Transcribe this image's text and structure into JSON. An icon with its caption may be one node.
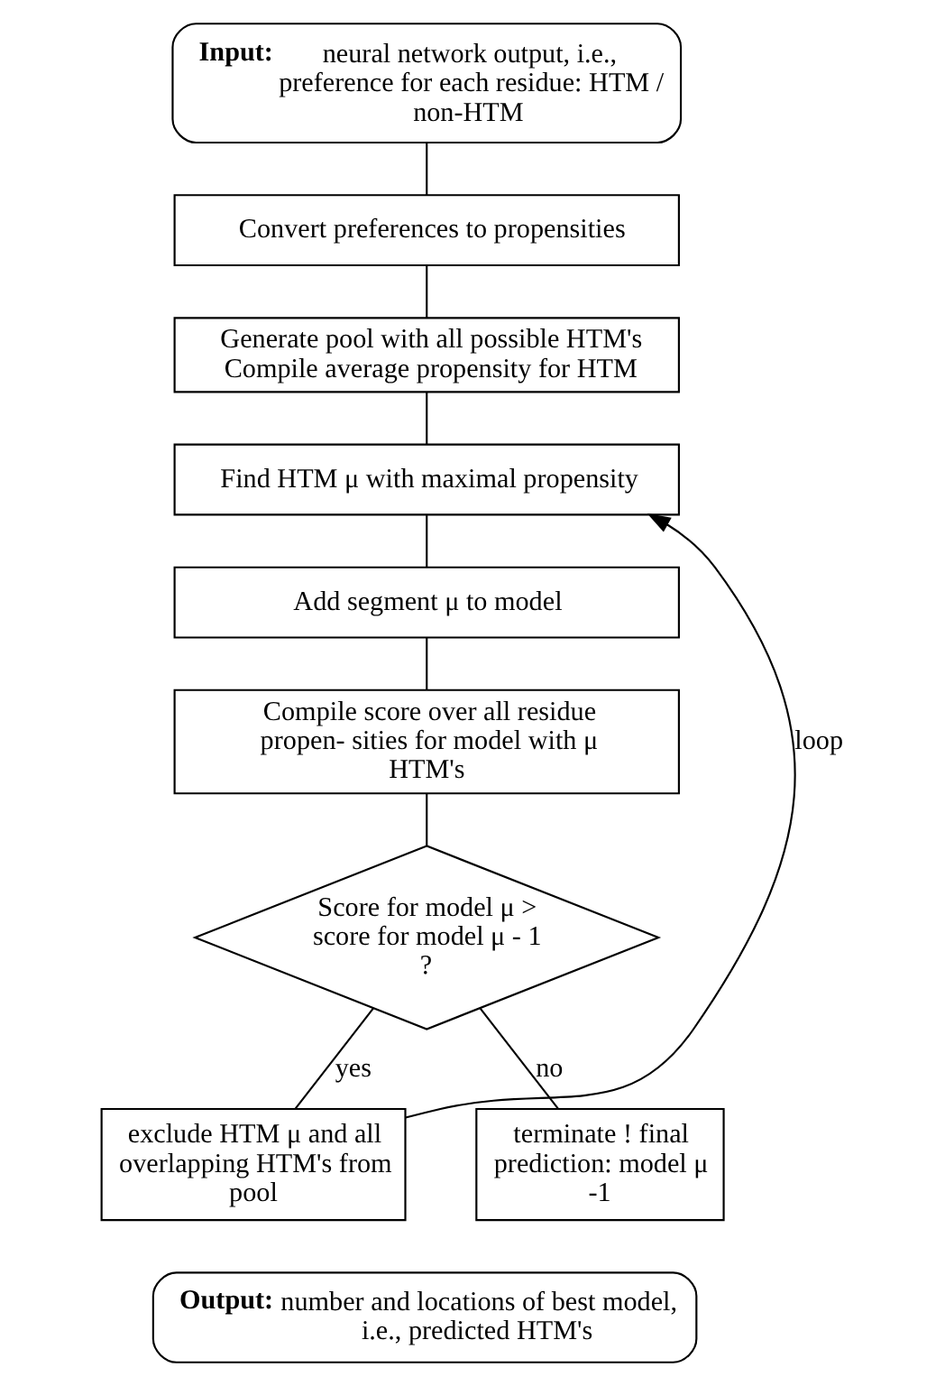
{
  "diagram": {
    "nodes": [
      {
        "text": [
          "Input:",
          "neural network output, i.e., preference for each residue: HTM / non-HTM"
        ]
      },
      {
        "text": [
          "Convert preferences to propensities"
        ]
      },
      {
        "text": [
          "Generate pool with all possible HTM's",
          "Compile average propensity for HTM"
        ]
      },
      {
        "text": [
          "Find HTM μ with maximal propensity"
        ]
      },
      {
        "text": [
          "Add segment μ to model"
        ]
      },
      {
        "text": [
          "Compile score over all residue propen- sities for model with μ HTM's"
        ]
      },
      {
        "text": [
          "Score for model μ > score for model μ - 1 ?"
        ]
      },
      {
        "text": [
          "exclude HTM μ and all overlapping HTM's from pool"
        ]
      },
      {
        "text": [
          "terminate ! final prediction: model μ -1"
        ]
      },
      {
        "text": [
          "Output:",
          "number and locations of best model, i.e., predicted HTM's"
        ]
      }
    ],
    "edges": [
      {
        "from": 0,
        "to": 1,
        "arrow": "none"
      },
      {
        "from": 1,
        "to": 2,
        "arrow": "none"
      },
      {
        "from": 2,
        "to": 3,
        "arrow": "none"
      },
      {
        "from": 3,
        "to": 4,
        "arrow": "none"
      },
      {
        "from": 4,
        "to": 5,
        "arrow": "none"
      },
      {
        "from": 5,
        "to": 6,
        "arrow": "none"
      },
      {
        "from": 6,
        "to": 7,
        "arrow": "none",
        "label": "yes"
      },
      {
        "from": 6,
        "to": 8,
        "arrow": "none",
        "label": "no"
      },
      {
        "from": 7,
        "to": 3,
        "arrow": "to",
        "label": "loop"
      }
    ]
  }
}
